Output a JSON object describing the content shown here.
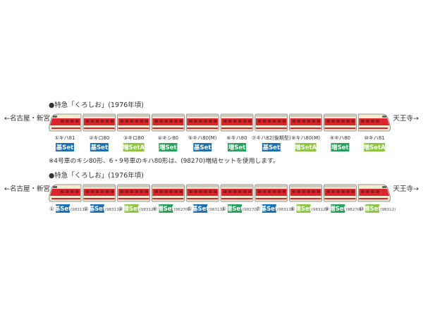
{
  "sections": [
    {
      "title": "●特急「くろしお」(1976年頃)",
      "left_label": "←名古屋・新宮",
      "right_label": "天王寺→",
      "note": "※4号車のキシ80形、6・9号車のキハ80形は、(98270)増結セットを使用します。",
      "cars": [
        {
          "label": "①キハ81",
          "badge": "基Set",
          "kind": "base"
        },
        {
          "label": "②キロ80",
          "badge": "基Set",
          "kind": "base"
        },
        {
          "label": "③キロ80",
          "badge": "増SetA",
          "kind": "add"
        },
        {
          "label": "④キシ80",
          "badge": "増Set",
          "kind": "add2"
        },
        {
          "label": "⑤キハ80(M)",
          "badge": "基Set",
          "kind": "base"
        },
        {
          "label": "⑥キハ80",
          "badge": "増Set",
          "kind": "add2"
        },
        {
          "label": "⑦キハ82(後期型)",
          "badge": "基Set",
          "kind": "base"
        },
        {
          "label": "⑧キハ80(M)",
          "badge": "増SetA",
          "kind": "add"
        },
        {
          "label": "⑨キハ80",
          "badge": "増Set",
          "kind": "add2"
        },
        {
          "label": "⑩キハ81",
          "badge": "増SetA",
          "kind": "add"
        }
      ]
    },
    {
      "title": "●特急「くろしお」(1976年頃)",
      "left_label": "←名古屋・新宮",
      "right_label": "天王寺→",
      "cars": [
        {
          "num": "①",
          "badge": "基Set",
          "kind": "base",
          "code": "(98311)"
        },
        {
          "num": "②",
          "badge": "基Set",
          "kind": "base",
          "code": "(98311)"
        },
        {
          "num": "③",
          "badge": "増Set",
          "kind": "add",
          "code": "(98312)"
        },
        {
          "num": "④",
          "badge": "増Set",
          "kind": "add2",
          "code": "(98270)"
        },
        {
          "num": "⑤",
          "badge": "基Set",
          "kind": "base",
          "code": "(98311)"
        },
        {
          "num": "⑥",
          "badge": "増Set",
          "kind": "add2",
          "code": "(98270)"
        },
        {
          "num": "⑦",
          "badge": "基Set",
          "kind": "base",
          "code": "(98311)"
        },
        {
          "num": "⑧",
          "badge": "増Set",
          "kind": "add",
          "code": "(98312)"
        },
        {
          "num": "⑨",
          "badge": "増Set",
          "kind": "add2",
          "code": "(98270)"
        },
        {
          "num": "⑩",
          "badge": "増Set",
          "kind": "add",
          "code": "(98312)"
        }
      ]
    }
  ],
  "colors": {
    "body": "#f3ead2",
    "stripe": "#d9252b",
    "roof": "#c9c9c9",
    "outline": "#7a7a7a",
    "base": "#1a6fb5",
    "add": "#8dc63f",
    "add2": "#2aa05a",
    "text": "#333333"
  }
}
